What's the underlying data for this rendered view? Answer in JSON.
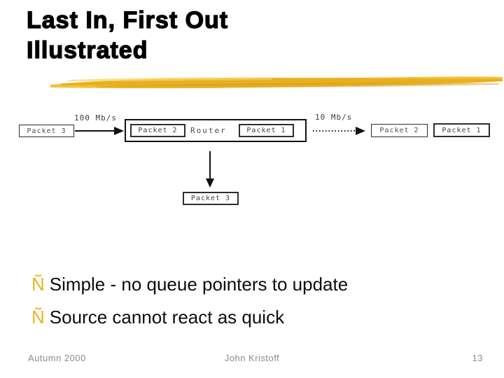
{
  "slide": {
    "title_lines": [
      "Last In, First Out",
      "Illustrated"
    ]
  },
  "diagram": {
    "source_packet_label": "Packet 3",
    "fast_link_label": "100 Mb/s",
    "router_queue_front_label": "Packet 2",
    "router_label": "Router",
    "router_queue_back_label": "Packet 1",
    "slow_link_label": "10 Mb/s",
    "sent_packet_first_label": "Packet 2",
    "sent_packet_second_label": "Packet 1",
    "dropped_packet_label": "Packet 3"
  },
  "bullets": [
    {
      "marker": "Ñ",
      "text": "Simple - no queue pointers to update"
    },
    {
      "marker": "Ñ",
      "text": "Source cannot react as quick"
    }
  ],
  "footer": {
    "date": "Autumn 2000",
    "author": "John Kristoff",
    "page_number": "13"
  },
  "colors": {
    "accent_gold": "#e9b320",
    "footer_gray": "#8a8a8a"
  }
}
